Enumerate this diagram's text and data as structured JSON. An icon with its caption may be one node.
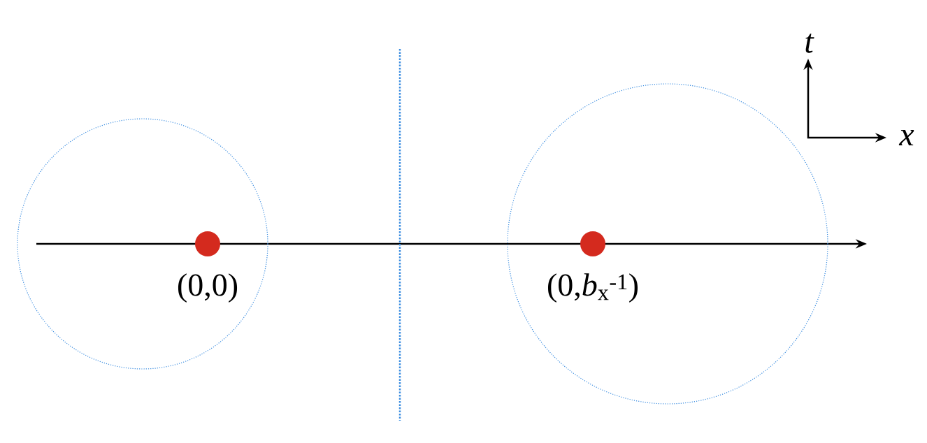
{
  "diagram": {
    "nodes": [
      {
        "text": [],
        "shape": "circle"
      },
      {
        "text": [],
        "shape": "circle",
        "in": 0,
        "beside": [
          "(0,0)"
        ]
      },
      {
        "text": [],
        "shape": "circle"
      },
      {
        "text": [],
        "shape": "circle",
        "in": 2,
        "beside": [
          "(0,*b*$_{x}$$^{-1}$)"
        ]
      }
    ],
    "labels": [
      "t",
      "x"
    ]
  }
}
